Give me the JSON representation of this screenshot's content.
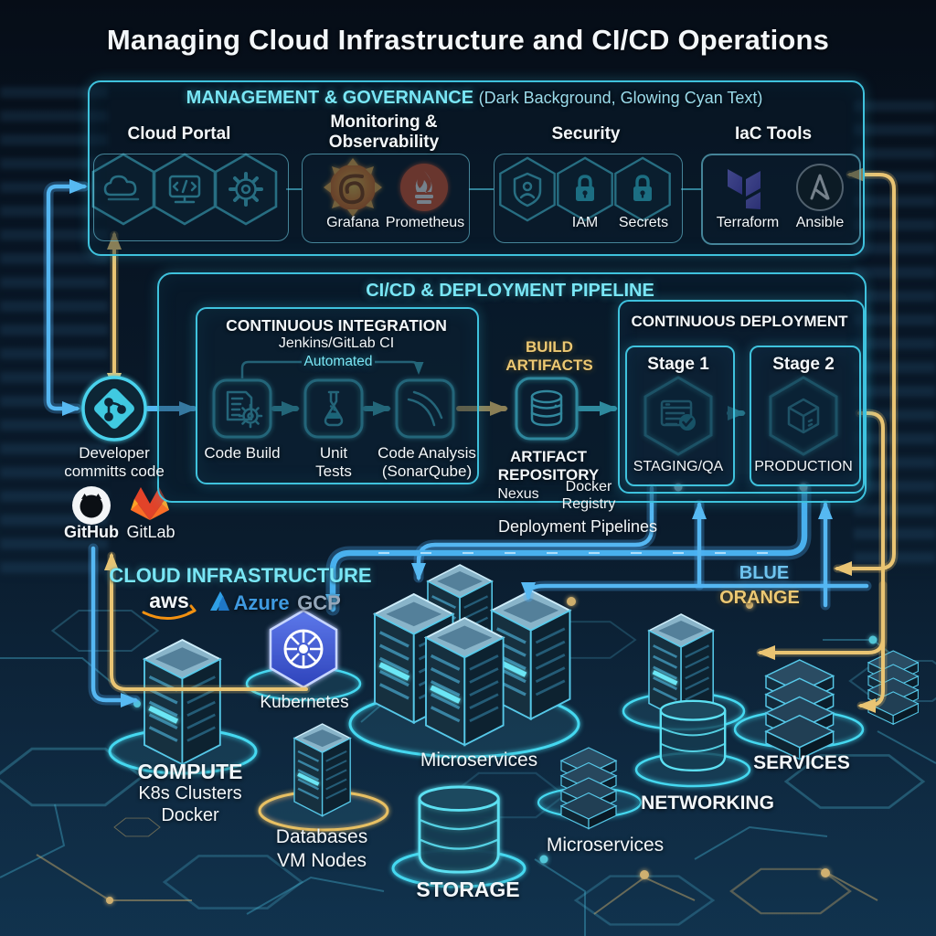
{
  "title": "Managing Cloud Infrastructure and CI/CD Operations",
  "management": {
    "header": "MANAGEMENT & GOVERNANCE",
    "note": "(Dark Background, Glowing Cyan Text)",
    "groups": {
      "cloud_portal": {
        "label": "Cloud Portal"
      },
      "monitoring": {
        "label": "Monitoring & Observability",
        "tools": [
          "Grafana",
          "Prometheus"
        ]
      },
      "security": {
        "label": "Security",
        "items": [
          "IAM",
          "Secrets"
        ]
      },
      "iac": {
        "label": "IaC Tools",
        "tools": [
          "Terraform",
          "Ansible"
        ]
      }
    }
  },
  "pipeline": {
    "header": "CI/CD & DEPLOYMENT PIPELINE",
    "ci": {
      "title": "CONTINUOUS INTEGRATION",
      "subtitle": "Jenkins/GitLab CI",
      "automated": "Automated",
      "steps": [
        "Code Build",
        "Unit Tests",
        "Code Analysis (SonarQube)"
      ]
    },
    "artifacts": {
      "build_label": "BUILD ARTIFACTS",
      "repo_title": "ARTIFACT REPOSITORY",
      "nexus": "Nexus",
      "docker_registry": "Docker Registry"
    },
    "cd": {
      "title": "CONTINUOUS DEPLOYMENT",
      "stage1": {
        "label": "Stage 1",
        "env": "STAGING/QA"
      },
      "stage2": {
        "label": "Stage 2",
        "env": "PRODUCTION"
      }
    }
  },
  "source": {
    "developer": "Developer committs code",
    "github": "GitHub",
    "gitlab": "GitLab"
  },
  "legend": {
    "pipelines_label": "Deployment Pipelines",
    "blue": "BLUE",
    "orange": "ORANGE"
  },
  "infra": {
    "header": "CLOUD INFRASTRUCTURE",
    "providers": {
      "aws": "aws",
      "azure": "Azure",
      "gcp": "GCP"
    },
    "kubernetes": "Kubernetes",
    "zones": {
      "compute": {
        "title": "COMPUTE",
        "subs": [
          "K8s Clusters",
          "Docker"
        ]
      },
      "databases": [
        "Databases",
        "VM Nodes"
      ],
      "storage": "STORAGE",
      "microservices_top": "Microservices",
      "microservices_bottom": "Microservices",
      "networking": "NETWORKING",
      "services": "SERVICES"
    }
  },
  "colors": {
    "cyan_accent": "#4fd2ec",
    "blue_pipe": "#55b7f2",
    "orange_pipe": "#e9c473",
    "background": "#081524",
    "grafana_orange": "#f0892d",
    "prometheus_red": "#e6522c",
    "terraform_purple": "#7161e0",
    "azure_blue": "#3f9ae0"
  },
  "icons": {
    "cloud-icon": "cloud outline",
    "code-monitor-icon": "monitor with </>",
    "gear-icon": "gear",
    "grafana-icon": "orange swirl",
    "prometheus-icon": "flame torch",
    "shield-user-icon": "shield with person",
    "lock-icon": "padlock",
    "terraform-icon": "purple blocks",
    "ansible-icon": "A in circle",
    "git-icon": "git branch diamond",
    "github-icon": "octocat",
    "gitlab-icon": "tanuki fox",
    "code-build-icon": "document with gear",
    "unit-tests-icon": "flask",
    "code-analysis-icon": "sonar arcs",
    "artifact-db-icon": "database cylinder",
    "checklist-icon": "list with check",
    "cube-icon": "3d cube",
    "kubernetes-icon": "ship wheel hexagon",
    "aws-icon": "aws smile",
    "azure-icon": "blue triangle",
    "server-tower-icon": "isometric rack",
    "db-cylinder-icon": "cylinder",
    "server-stack-icon": "stacked slabs"
  }
}
